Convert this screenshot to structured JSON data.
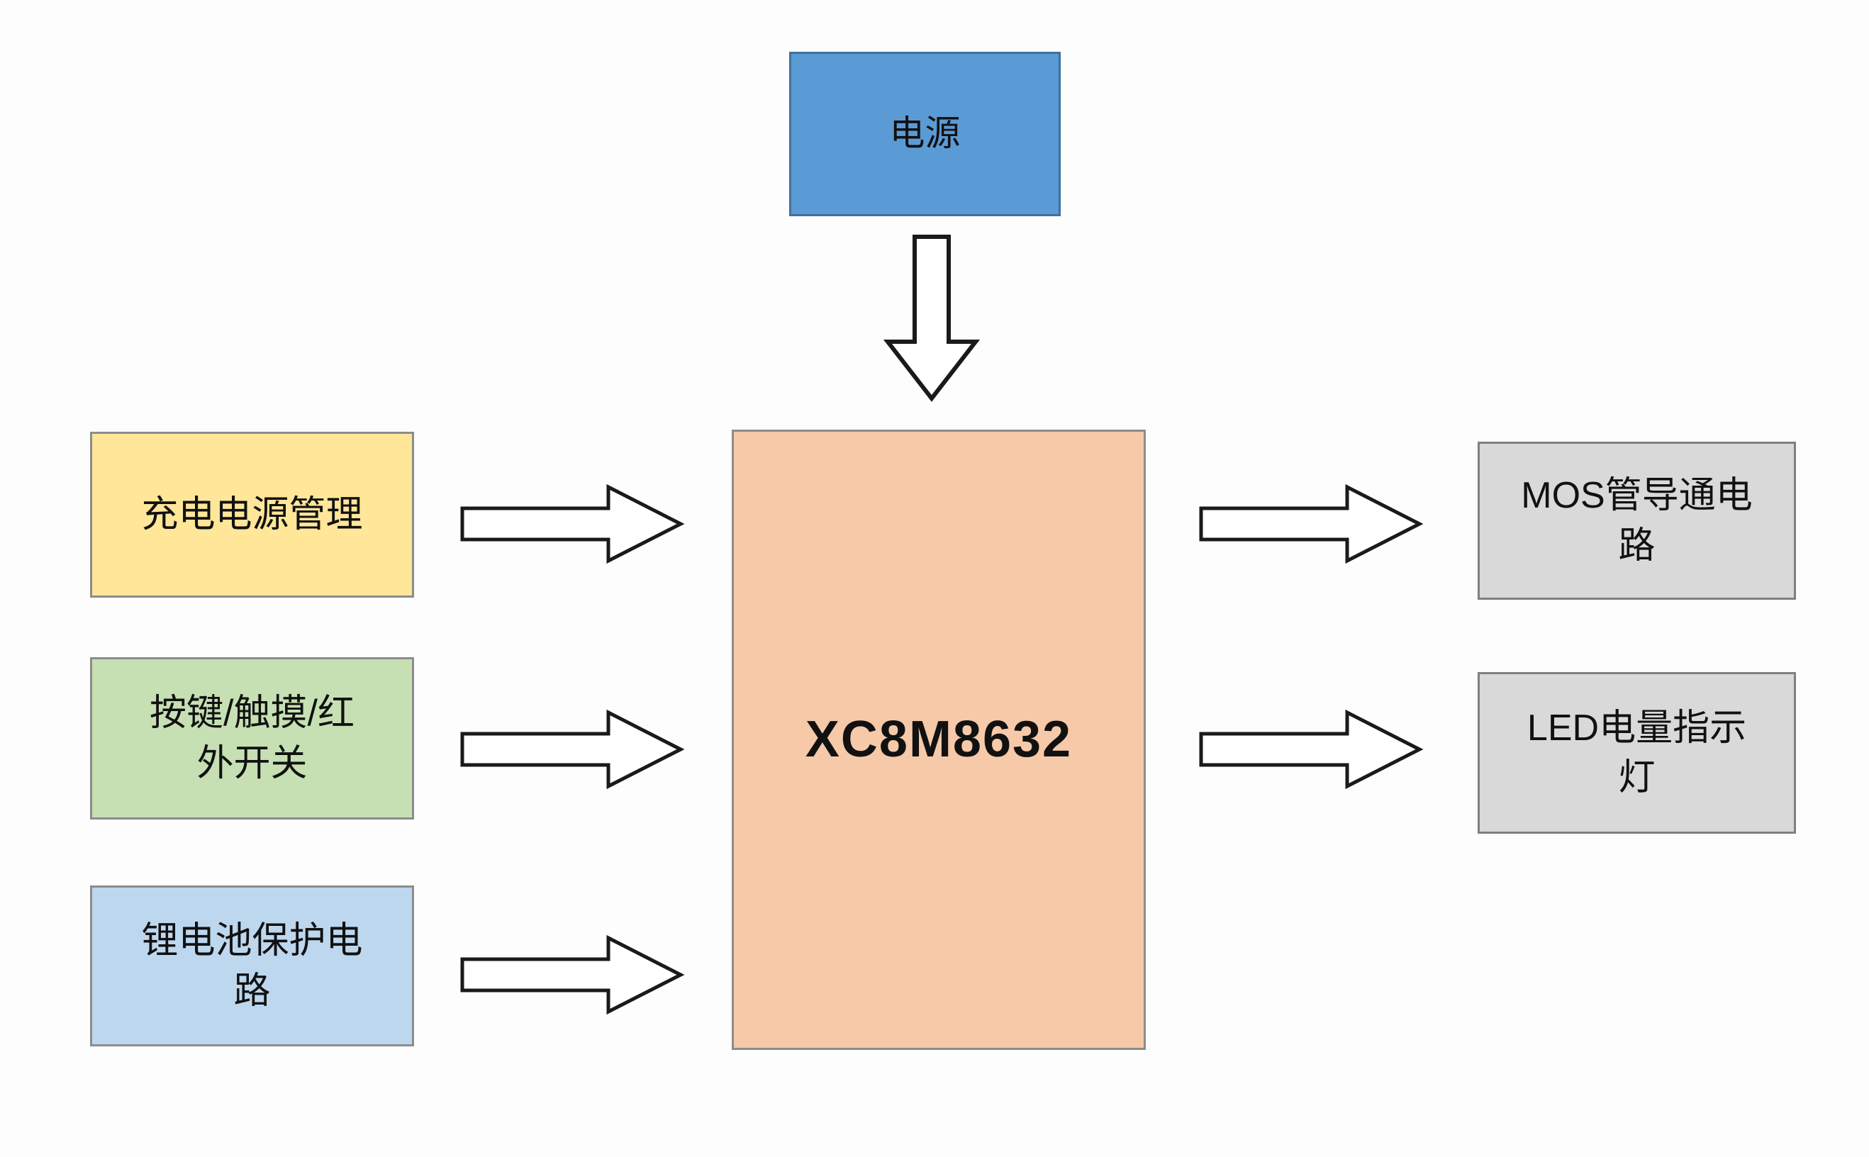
{
  "diagram": {
    "background": "#FDFDFD",
    "blocks": {
      "power": {
        "label": "电源",
        "fill": "#5B9BD5",
        "border": "#41719C"
      },
      "mcu": {
        "label": "XC8M8632",
        "fill": "#F6C9A9",
        "border": "#8C8C8C"
      },
      "charge": {
        "label": "充电电源管理",
        "fill": "#FFE699",
        "border": "#8C8C8C"
      },
      "switch": {
        "label": "按键/触摸/红外开关",
        "fill": "#C6E0B4",
        "border": "#8C8C8C"
      },
      "battery": {
        "label": "锂电池保护电路",
        "fill": "#BDD7EE",
        "border": "#8C8C8C"
      },
      "mos": {
        "label": "MOS管导通电路",
        "fill": "#D9D9D9",
        "border": "#7F7F7F"
      },
      "led": {
        "label": "LED电量指示灯",
        "fill": "#D9D9D9",
        "border": "#7F7F7F"
      }
    },
    "arrows": {
      "stroke": "#1A1A1A",
      "fill": "#FFFFFF",
      "connections": [
        {
          "from": "power",
          "to": "mcu",
          "direction": "down"
        },
        {
          "from": "charge",
          "to": "mcu",
          "direction": "right"
        },
        {
          "from": "switch",
          "to": "mcu",
          "direction": "right"
        },
        {
          "from": "battery",
          "to": "mcu",
          "direction": "right"
        },
        {
          "from": "mcu",
          "to": "mos",
          "direction": "right"
        },
        {
          "from": "mcu",
          "to": "led",
          "direction": "right"
        }
      ]
    }
  }
}
